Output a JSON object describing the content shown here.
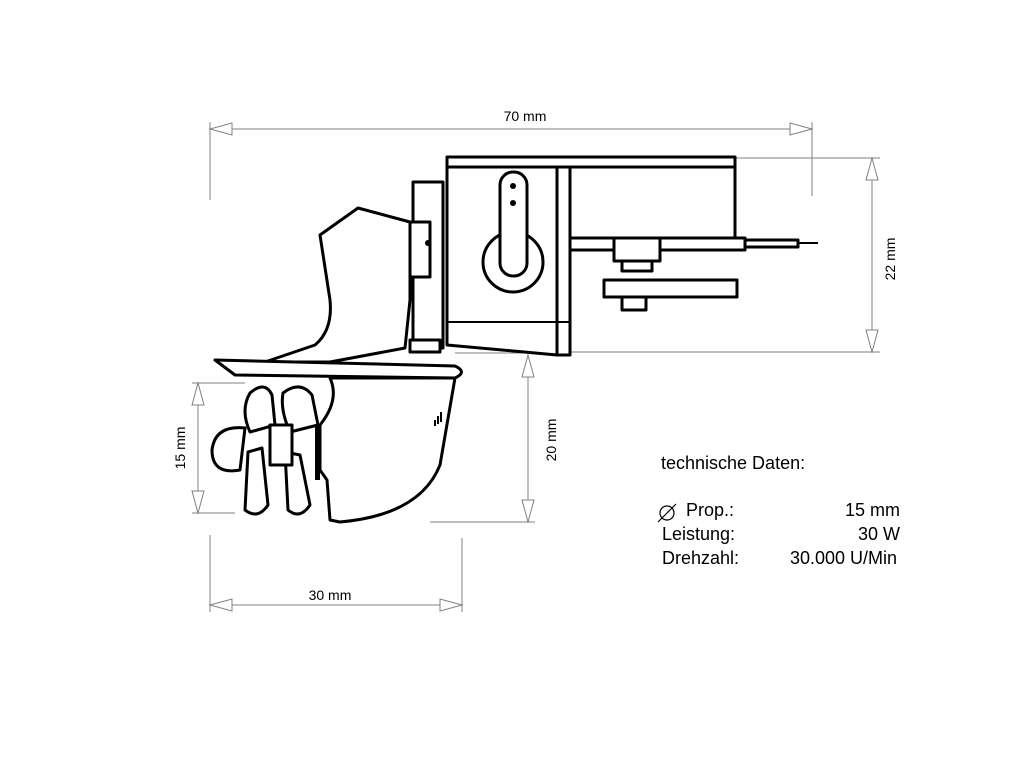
{
  "dimensions": {
    "overall_length": "70 mm",
    "housing_height": "22 mm",
    "drive_depth": "20 mm",
    "prop_diameter": "15 mm",
    "drive_length": "30 mm"
  },
  "specs": {
    "title": "technische Daten:",
    "rows": [
      {
        "label": "Prop.:",
        "value": "15 mm",
        "icon": "diameter-icon"
      },
      {
        "label": "Leistung:",
        "value": "30 W"
      },
      {
        "label": "Drehzahl:",
        "value": "30.000 U/Min"
      }
    ]
  }
}
